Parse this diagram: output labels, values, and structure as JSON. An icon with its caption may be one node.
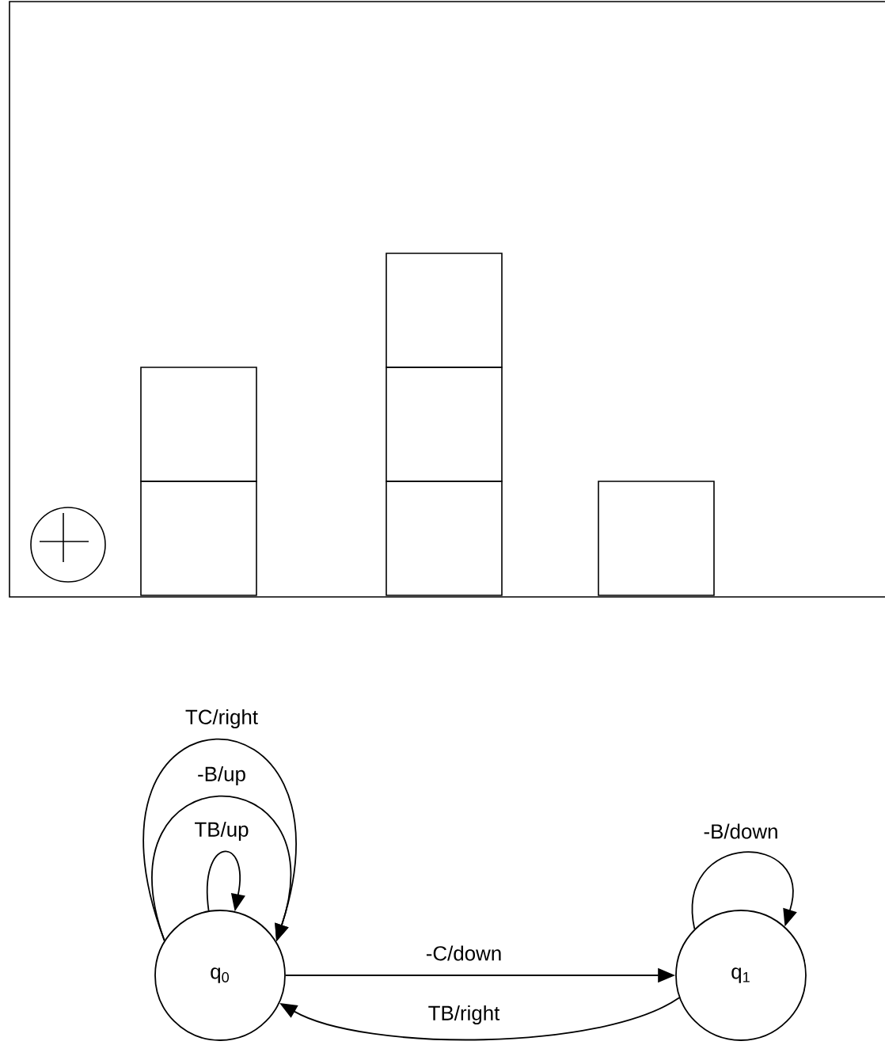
{
  "diagram": {
    "nodes": [
      {
        "text": [
          "q$_{0}$"
        ]
      },
      {
        "text": [
          "q$_{1}$"
        ]
      }
    ],
    "edges": [
      {
        "from": 0,
        "to": 0,
        "arrow": "to",
        "label": "TC/right"
      },
      {
        "from": 0,
        "to": 0,
        "arrow": "to",
        "label": "-B/up"
      },
      {
        "from": 0,
        "to": 0,
        "arrow": "to",
        "label": "TB/up"
      },
      {
        "from": 1,
        "to": 1,
        "arrow": "to",
        "label": "-B/down"
      },
      {
        "from": 0,
        "to": 1,
        "arrow": "to",
        "label": "-C/down"
      },
      {
        "from": 1,
        "to": 0,
        "arrow": "to",
        "label": "TB/right"
      }
    ]
  }
}
